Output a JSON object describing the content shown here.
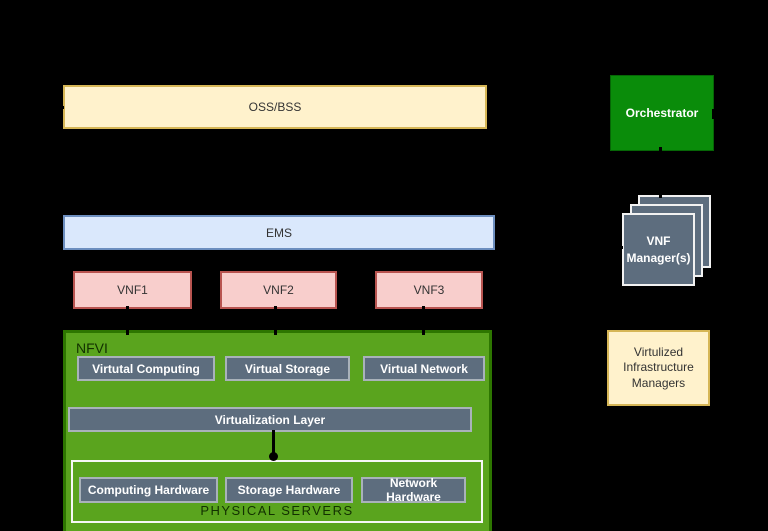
{
  "nodes": {
    "oss_bss": {
      "label": "OSS/BSS"
    },
    "orchestrator": {
      "label": "Orchestrator"
    },
    "ems": {
      "label": "EMS"
    },
    "vnfs": [
      {
        "label": "VNF1"
      },
      {
        "label": "VNF2"
      },
      {
        "label": "VNF3"
      }
    ],
    "vnf_manager": {
      "lines": [
        "VNF",
        "Manager(s)"
      ]
    },
    "nfvi": {
      "label": "NFVI",
      "virtual_resources": [
        {
          "label": "Virtutal Computing"
        },
        {
          "label": "Virtual Storage"
        },
        {
          "label": "Virtual Network"
        }
      ],
      "virtualization_layer": {
        "label": "Virtualization Layer"
      },
      "hardware": [
        {
          "label": "Computing Hardware"
        },
        {
          "label": "Storage Hardware"
        },
        {
          "label": "Network Hardware"
        }
      ],
      "physical_servers": {
        "label": "PHYSICAL SERVERS"
      }
    },
    "vim": {
      "lines": [
        "Virtulized",
        "Infrastructure",
        "Managers"
      ]
    }
  },
  "colors": {
    "background": "#000000",
    "cream_fill": "#FFF2CC",
    "cream_border": "#D6B656",
    "blue_fill": "#DAE8FC",
    "blue_border": "#6C8EBF",
    "pink_fill": "#F8CECC",
    "pink_border": "#B85450",
    "orchestrator_fill": "#0A8C0A",
    "nfvi_fill": "#5AA41E",
    "nfvi_border": "#2D7600",
    "gray_fill": "#5D6D7E",
    "gray_border": "#A9B2BA",
    "white_border": "#F2F2F2",
    "text_dark": "#333333",
    "text_white": "#FFFFFF",
    "text_on_green": "#123000",
    "connector": "#000000"
  }
}
